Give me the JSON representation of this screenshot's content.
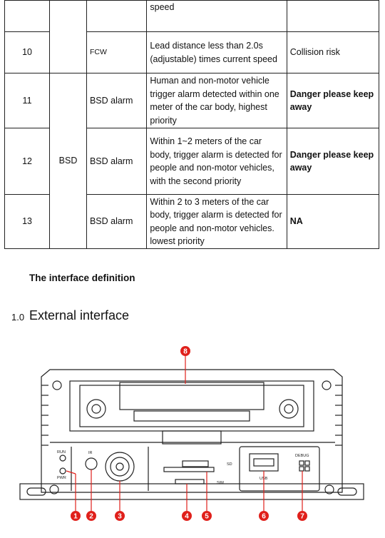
{
  "table": {
    "rows": [
      {
        "num": "",
        "group": "",
        "function": "",
        "description": "speed",
        "result": "",
        "result_bold": false
      },
      {
        "num": "10",
        "group": "",
        "function": "FCW",
        "description": "Lead distance less than 2.0s (adjustable) times current speed",
        "result": "Collision risk",
        "result_bold": false
      },
      {
        "num": "11",
        "group": "",
        "function": "BSD alarm",
        "description": "Human and non-motor vehicle trigger alarm detected within one meter of the car body, highest priority",
        "result": "Danger please keep away",
        "result_bold": true
      },
      {
        "num": "12",
        "group": "BSD",
        "function": "BSD alarm",
        "description": "Within 1~2 meters of the car body, trigger alarm is detected for people and non-motor vehicles, with the second priority",
        "result": "Danger please keep away",
        "result_bold": true
      },
      {
        "num": "13",
        "group": "",
        "function": "BSD alarm",
        "description": "Within 2 to 3 meters of the car body, trigger alarm is detected for people and non-motor vehicles. lowest priority",
        "result": "NA",
        "result_bold": true
      }
    ]
  },
  "section": {
    "heading": "The interface definition",
    "sub_number": "1.0",
    "sub_title": "External interface"
  },
  "diagram": {
    "panel_labels": {
      "run": "RUN",
      "pwr": "PWR",
      "ir": "IR",
      "usb": "USB",
      "debug": "DEBUG",
      "sd": "SD",
      "sim": "SIM"
    },
    "callouts": [
      "1",
      "2",
      "3",
      "4",
      "5",
      "6",
      "7",
      "8"
    ],
    "callout_color": "#e0201b"
  }
}
